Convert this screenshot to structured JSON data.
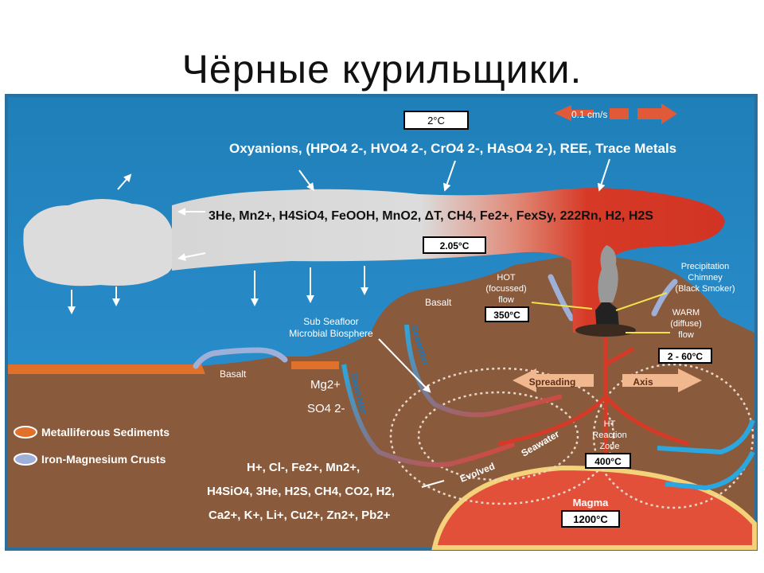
{
  "slide_title": "Чёрные курильщики.",
  "colors": {
    "ocean_top": "#1f7fb8",
    "ocean_bottom": "#2a8fd0",
    "rock": "#8a5a3c",
    "sediment": "#e0702a",
    "crust": "#9fb0d8",
    "plume": "#d63a26",
    "magma": "#e2503a",
    "magma_rim": "#f4d27a"
  },
  "labels": {
    "temp_surface": "2°C",
    "current_speed": "0.1 cm/s",
    "oxyanions_line": "Oxyanions, (HPO4 2-, HVO4 2-, CrO4 2-, HAsO4 2-), REE, Trace Metals",
    "plume_chem": "3He, Mn2+, H4SiO4, FeOOH, MnO2, ΔT, CH4, Fe2+, FexSy, 222Rn, H2, H2S",
    "temp_plume": "2.05°C",
    "basalt_upper": "Basalt",
    "basalt_lower": "Basalt",
    "hot_flow_1": "HOT",
    "hot_flow_2": "(focussed)",
    "hot_flow_3": "flow",
    "temp_hot": "350°C",
    "chimney_1": "Precipitation",
    "chimney_2": "Chimney",
    "chimney_3": "(Black Smoker)",
    "warm_1": "WARM",
    "warm_2": "(diffuse)",
    "warm_3": "flow",
    "temp_warm": "2 - 60°C",
    "biosphere_1": "Sub Seafloor",
    "biosphere_2": "Microbial Biosphere",
    "seawater_1": "Seawater",
    "seawater_2": "Seawater",
    "seawater_3": "Seawater",
    "evolved": "Evolved",
    "mg": "Mg2+",
    "so4": "SO4 2-",
    "spreading": "Spreading",
    "axis": "Axis",
    "ht_1": "HT",
    "ht_2": "Reaction",
    "ht_3": "Zone",
    "temp_ht": "400°C",
    "magma": "Magma",
    "temp_magma": "1200°C",
    "legend_sediments": "Metalliferous Sediments",
    "legend_crusts": "Iron-Magnesium Crusts",
    "fluid_1": "H+, Cl-, Fe2+, Mn2+,",
    "fluid_2": "H4SiO4, 3He, H2S, CH4, CO2, H2,",
    "fluid_3": "Ca2+, K+, Li+, Cu2+, Zn2+, Pb2+"
  }
}
